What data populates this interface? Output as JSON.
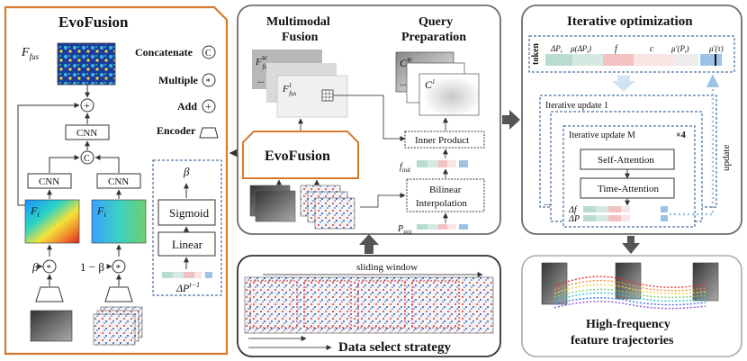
{
  "evofusion_panel": {
    "title": "EvoFusion",
    "fusion_symbol": "F",
    "fusion_sub": "fus",
    "cnn_label": "CNN",
    "beta_label": "β",
    "one_minus_beta": "1 − β",
    "sigmoid_label": "Sigmoid",
    "linear_label": "Linear",
    "delta_p_label": "ΔP",
    "delta_p_sup": "t−1",
    "fi_label_1": "F",
    "fi_sub_1": "i",
    "fi_label_2": "F",
    "fi_sub_2": "i",
    "legend": {
      "concatenate": "Concatenate",
      "multiple": "Multiple",
      "add": "Add",
      "encoder": "Encoder",
      "concat_symbol": "C",
      "multiple_symbol": "*",
      "add_symbol": "+"
    }
  },
  "center_panel": {
    "multimodal_title_1": "Multimodal",
    "multimodal_title_2": "Fusion",
    "query_title_1": "Query",
    "query_title_2": "Preparation",
    "fw_label": "F",
    "fw_sub": "fus",
    "fw_sup": "W",
    "f1_label": "F",
    "f1_sub": "fus",
    "f1_sup": "1",
    "cw_label": "C",
    "cw_sup": "W",
    "c1_label": "C",
    "c1_sup": "1",
    "evofusion_button": "EvoFusion",
    "inner_product": "Inner Product",
    "bilinear_1": "Bilinear",
    "bilinear_2": "Interpolation",
    "f_init": "f",
    "f_init_sub": "init",
    "p_init": "P",
    "p_init_sub": "init",
    "ellipsis": "...."
  },
  "data_select": {
    "sliding_window": "sliding window",
    "title": "Data select strategy"
  },
  "iterative_panel": {
    "title": "Iterative optimization",
    "token_label": "token",
    "token_fields": [
      "ΔP",
      "μ(ΔP",
      "f",
      "c",
      "μ′(P",
      "μ′(τ)"
    ],
    "token_field_subs": [
      "i",
      "i",
      "",
      "",
      "i",
      ""
    ],
    "token_field_tails": [
      "",
      ")",
      "",
      "",
      ")",
      ""
    ],
    "update_1": "Iterative update 1",
    "update_m": "Iterative update M",
    "times_four": "×4",
    "self_attention": "Self-Attention",
    "time_attention": "Time-Attention",
    "delta_f": "Δf",
    "delta_p": "ΔP",
    "update_side": "update"
  },
  "trajectory_panel": {
    "title_1": "High-frequency",
    "title_2": "feature trajectories"
  },
  "colors": {
    "orange": "#d77a2e",
    "gray_border": "#6e6e6e",
    "dash_blue": "#1f4f8a",
    "light_blue_arrow": "#9cc3e6"
  }
}
